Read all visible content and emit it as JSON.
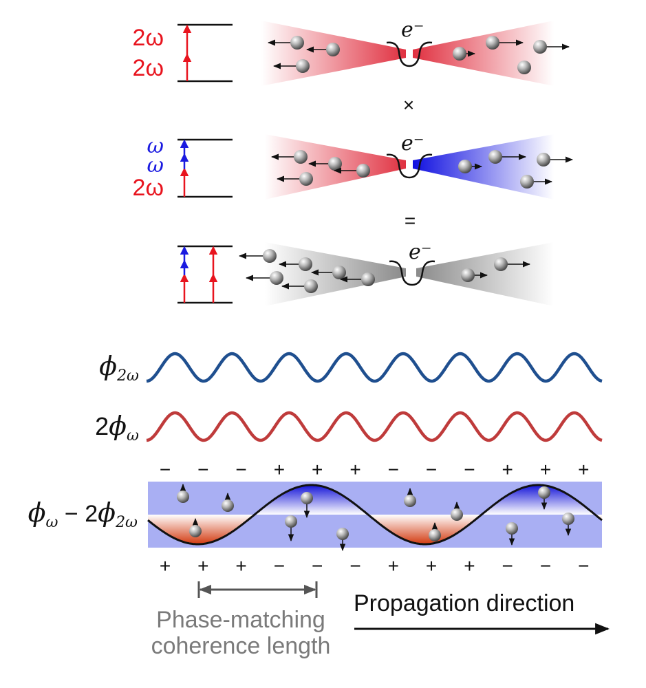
{
  "colors": {
    "red": "#e8141e",
    "blue": "#1a1ae0",
    "gray": "#7a7a7a",
    "wave_blue": "#1f4f8f",
    "wave_red": "#bf3b3b",
    "band": "#a9aff3"
  },
  "panels": {
    "top": {
      "levels": [
        "2ω",
        "2ω"
      ],
      "electron": "e⁻"
    },
    "times": "×",
    "middle": {
      "levels": [
        "ω",
        "ω",
        "2ω"
      ],
      "electron": "e⁻"
    },
    "equals": "=",
    "bottom": {
      "electron": "e⁻"
    }
  },
  "waves": {
    "phi_2w": {
      "main": "ϕ",
      "sub": "2ω"
    },
    "two_phi_w": {
      "prefix": "2",
      "main": "ϕ",
      "sub": "ω"
    },
    "difference": {
      "a": "ϕ",
      "a_sub": "ω",
      "op": " − 2",
      "b": "ϕ",
      "b_sub": "2ω"
    }
  },
  "signs": {
    "top_row": [
      "−",
      "−",
      "−",
      "+",
      "+",
      "+",
      "−",
      "−",
      "−",
      "+",
      "+",
      "+"
    ],
    "bottom_row": [
      "+",
      "+",
      "+",
      "−",
      "−",
      "−",
      "+",
      "+",
      "+",
      "−",
      "−",
      "−"
    ]
  },
  "coherence_label": [
    "Phase-matching",
    "coherence length"
  ],
  "propagation_label": "Propagation direction"
}
